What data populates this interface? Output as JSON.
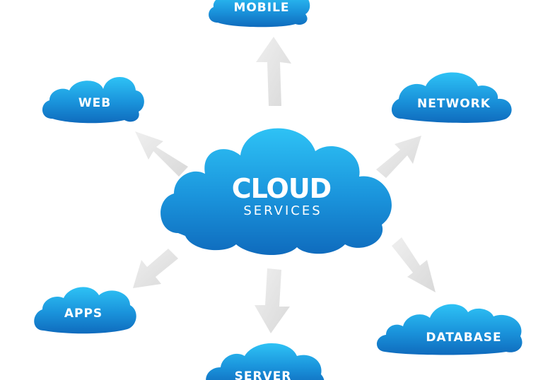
{
  "center": {
    "title": "CLOUD",
    "subtitle": "SERVICES"
  },
  "nodes": [
    {
      "id": "mobile",
      "label": "MOBILE"
    },
    {
      "id": "web",
      "label": "WEB"
    },
    {
      "id": "network",
      "label": "NETWORK"
    },
    {
      "id": "apps",
      "label": "APPS"
    },
    {
      "id": "server",
      "label": "SERVER"
    },
    {
      "id": "database",
      "label": "DATABASE"
    }
  ],
  "colors": {
    "cloud_light": "#27b6ef",
    "cloud_dark": "#1277c8",
    "arrow": "#e2e2e2",
    "text": "#ffffff",
    "background": "#ffffff"
  }
}
